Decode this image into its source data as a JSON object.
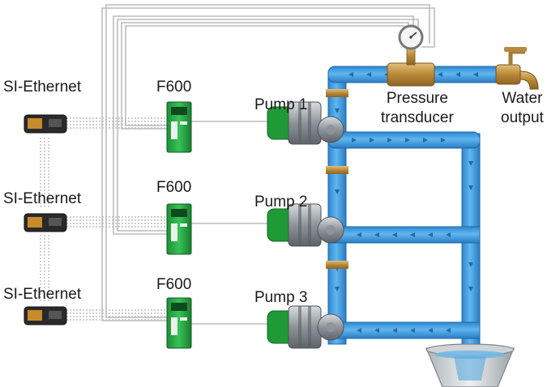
{
  "labels": {
    "si_ethernet_1": "SI-Ethernet",
    "si_ethernet_2": "SI-Ethernet",
    "si_ethernet_3": "SI-Ethernet",
    "f600_1": "F600",
    "f600_2": "F600",
    "f600_3": "F600",
    "pump_1": "Pump 1",
    "pump_2": "Pump 2",
    "pump_3": "Pump 3",
    "pressure_transducer_line1": "Pressure",
    "pressure_transducer_line2": "transducer",
    "water_output_line1": "Water",
    "water_output_line2": "output"
  },
  "colors": {
    "pipe_fill": "#4aa6e8",
    "pipe_edge": "#2a7fc4",
    "drive_green": "#2db34a",
    "pump_green": "#22a63c",
    "brass": "#c89b4a",
    "signal_line": "#b8b8b8",
    "water": "#6fb7e8"
  }
}
